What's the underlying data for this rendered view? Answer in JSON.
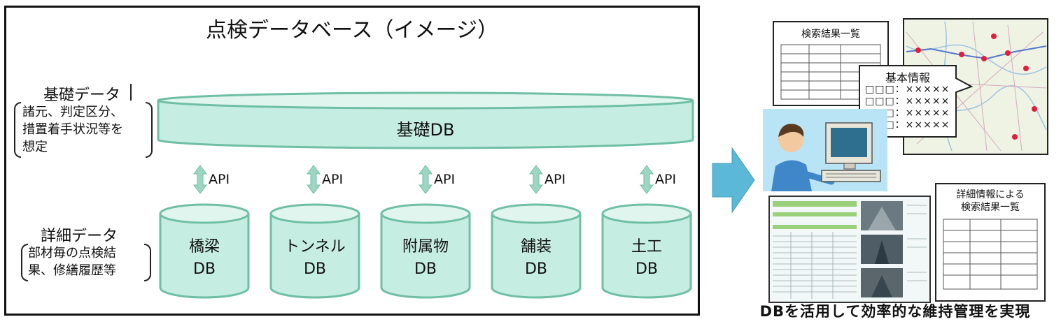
{
  "diagram": {
    "title": "点検データベース（イメージ）",
    "basic_section": {
      "title": "基礎データ",
      "desc_lines": [
        "諸元、判定区分、",
        "措置着手状況等を",
        "想定"
      ]
    },
    "basic_db": {
      "label": "基礎DB"
    },
    "api_label": "API",
    "detail_section": {
      "title": "詳細データ",
      "desc_lines": [
        "部材毎の点検結",
        "果、修繕履歴等"
      ]
    },
    "detail_dbs": [
      {
        "name": "橋梁",
        "db": "DB"
      },
      {
        "name": "トンネル",
        "db": "DB"
      },
      {
        "name": "附属物",
        "db": "DB"
      },
      {
        "name": "舗装",
        "db": "DB"
      },
      {
        "name": "土工",
        "db": "DB"
      }
    ],
    "right_panel": {
      "search_results_title": "検索結果一覧",
      "basic_info_popup": {
        "title": "基本情報",
        "rows": [
          "□□□：×××××",
          "□□□：×××××",
          "□□□：×××××",
          "□□□：×××××"
        ]
      },
      "detail_results_title_lines": [
        "詳細情報による",
        "検索結果一覧"
      ],
      "caption": "DBを活用して効率的な維持管理を実現"
    },
    "colors": {
      "db_fill": "#c6ede1",
      "db_stroke": "#6fbfa5",
      "api_arrow": "#9ed6c3",
      "flow_arrow": "#5bb8d6",
      "map_bg": "#eef3e4",
      "screen_bg": "#f2f7f7",
      "person_bg": "#b8e4f5"
    }
  }
}
